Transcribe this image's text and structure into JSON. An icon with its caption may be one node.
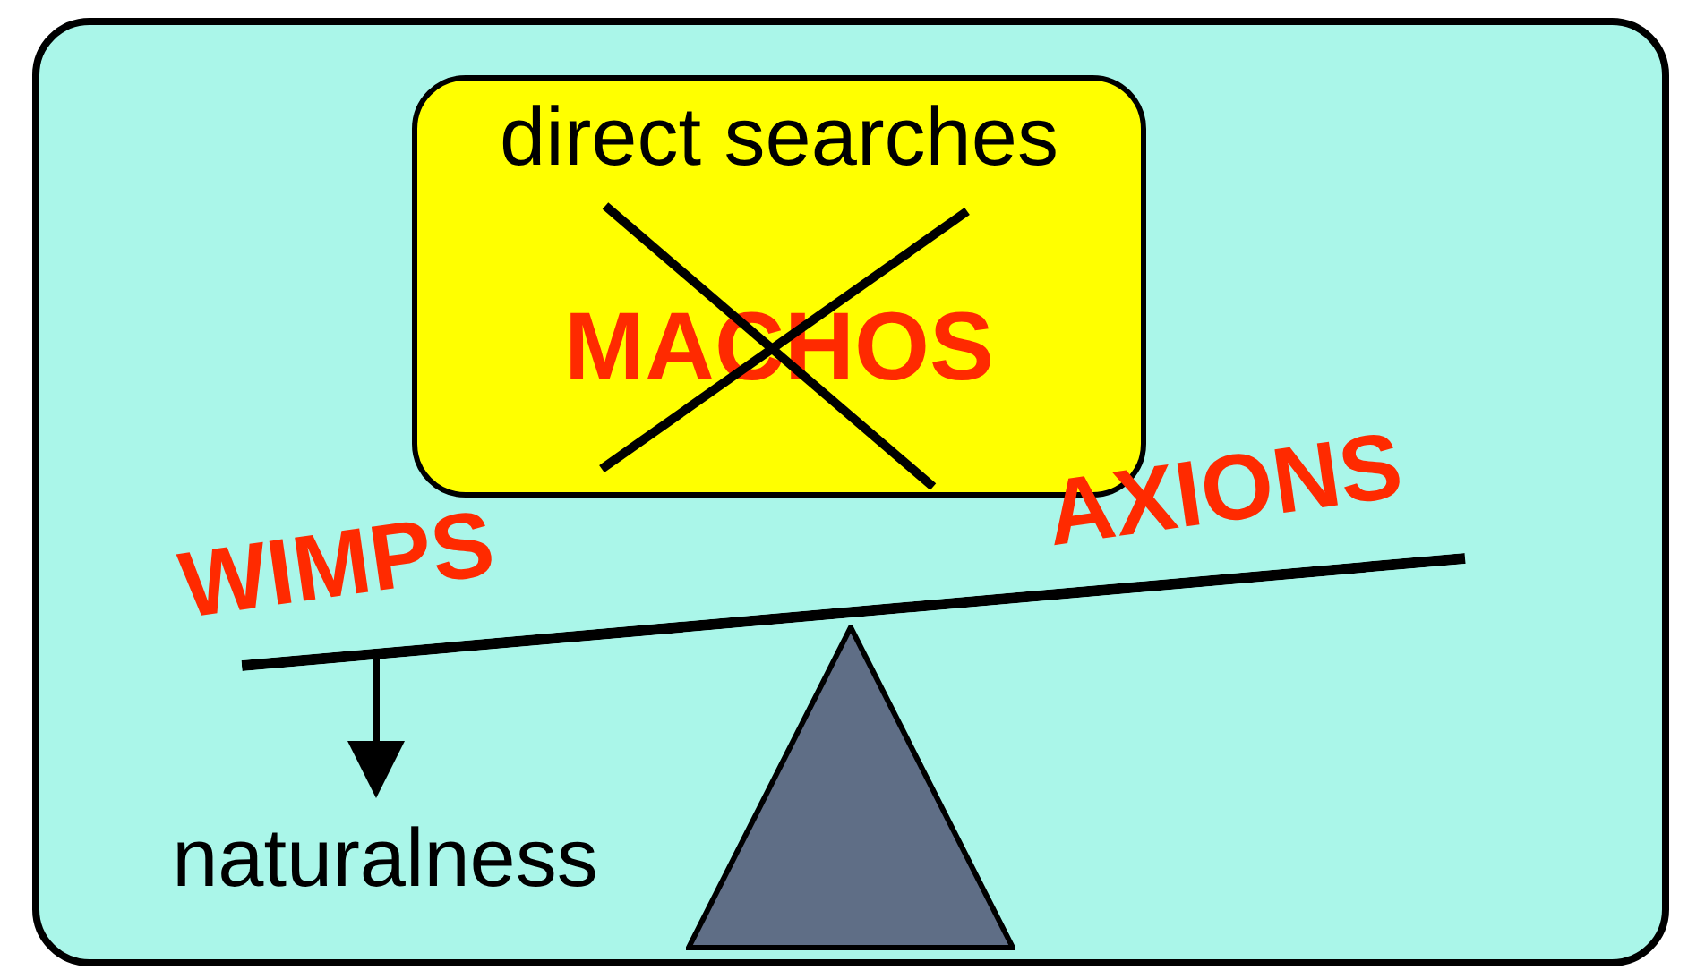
{
  "diagram": {
    "nodes": [
      {
        "text": [
          "direct searches",
          "MACHOS"
        ]
      },
      {
        "text": [],
        "shape": "bar"
      },
      {
        "text": [
          "naturalness"
        ]
      },
      {
        "text": [],
        "shape": "triangle"
      }
    ],
    "edges": [
      {
        "from": 1,
        "to": 2,
        "arrow": "to"
      }
    ],
    "labels": [
      "WIMPS",
      "AXIONS"
    ]
  }
}
